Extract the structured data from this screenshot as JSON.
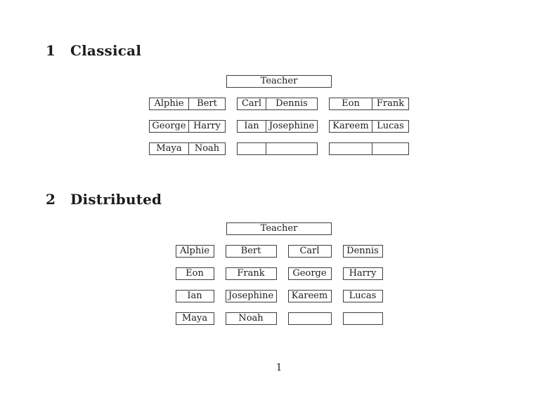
{
  "page": {
    "number": "1"
  },
  "colors": {
    "background": "#ffffff",
    "text": "#1c1c1c",
    "line": "#3f3f3f"
  },
  "sections": [
    {
      "number": "1",
      "title": "Classical",
      "teacher_label": "Teacher",
      "rows": [
        [
          [
            "Alphie",
            "Bert"
          ],
          [
            "Carl",
            "Dennis"
          ],
          [
            "Eon",
            "Frank"
          ]
        ],
        [
          [
            "George",
            "Harry"
          ],
          [
            "Ian",
            "Josephine"
          ],
          [
            "Kareem",
            "Lucas"
          ]
        ],
        [
          [
            "Maya",
            "Noah"
          ],
          [
            "",
            ""
          ],
          [
            "",
            ""
          ]
        ]
      ]
    },
    {
      "number": "2",
      "title": "Distributed",
      "teacher_label": "Teacher",
      "rows": [
        [
          "Alphie",
          "Bert",
          "Carl",
          "Dennis"
        ],
        [
          "Eon",
          "Frank",
          "George",
          "Harry"
        ],
        [
          "Ian",
          "Josephine",
          "Kareem",
          "Lucas"
        ],
        [
          "Maya",
          "Noah",
          "",
          ""
        ]
      ]
    }
  ]
}
